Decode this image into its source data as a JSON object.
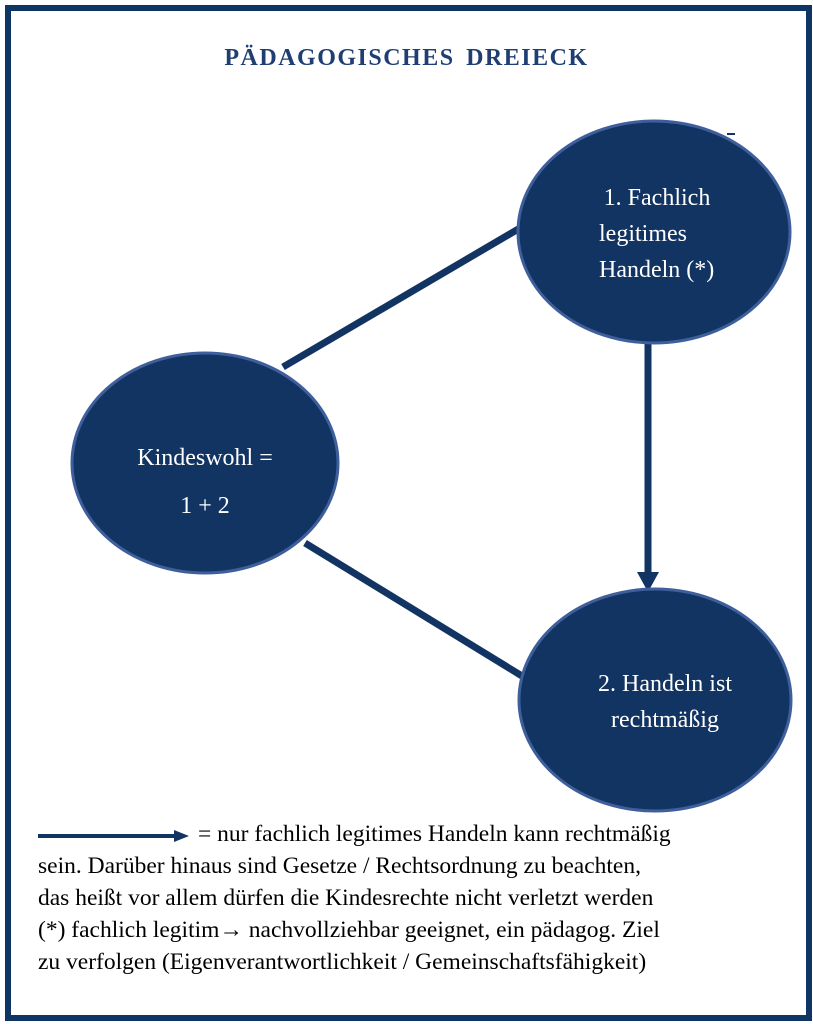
{
  "title": "PÄDAGOGISCHES  DREIECK",
  "colors": {
    "node_fill": "#123462",
    "node_stroke": "#3f5f9c",
    "edge": "#123462",
    "frame": "#0f3565",
    "title": "#1f3e74"
  },
  "nodes": {
    "kindeswohl": {
      "line1": "Kindeswohl =",
      "line2": "1 + 2"
    },
    "fachlich": {
      "line1": "1. Fachlich",
      "line2": "legitimes",
      "line3": "Handeln (*)"
    },
    "handeln": {
      "line1": "2. Handeln ist",
      "line2": "rechtmäßig"
    }
  },
  "legend": {
    "line1_suffix": "=  nur fachlich legitimes Handeln kann rechtmäßig",
    "line2": "sein. Darüber hinaus sind  Gesetze / Rechtsordnung zu  beachten,",
    "line3": "das heißt vor allem dürfen die Kindesrechte nicht verletzt werden",
    "line4": "(*) fachlich legitim→ nachvollziehbar geeignet, ein pädagog. Ziel",
    "line5": "zu verfolgen  (Eigenverantwortlichkeit / Gemeinschaftsfähigkeit)"
  }
}
